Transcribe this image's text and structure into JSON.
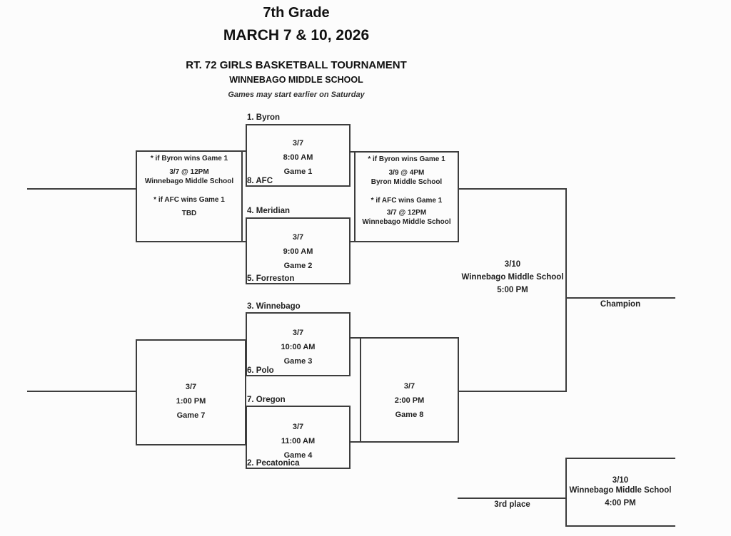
{
  "header": {
    "grade": "7th Grade",
    "dates": "MARCH 7 & 10, 2026",
    "title": "RT. 72 GIRLS BASKETBALL TOURNAMENT",
    "venue": "WINNEBAGO MIDDLE SCHOOL",
    "note": "Games may start earlier on Saturday"
  },
  "bracket": {
    "game1": {
      "seed_top": "1. Byron",
      "seed_bottom": "8. AFC",
      "date": "3/7",
      "time": "8:00 AM",
      "name": "Game 1"
    },
    "game2": {
      "seed_top": "4. Meridian",
      "seed_bottom": "5. Forreston",
      "date": "3/7",
      "time": "9:00 AM",
      "name": "Game 2"
    },
    "game3": {
      "seed_top": "3. Winnebago",
      "seed_bottom": "6. Polo",
      "date": "3/7",
      "time": "10:00 AM",
      "name": "Game 3"
    },
    "game4": {
      "seed_top": "7. Oregon",
      "seed_bottom": "2. Pecatonica",
      "date": "3/7",
      "time": "11:00 AM",
      "name": "Game 4"
    },
    "game7": {
      "date": "3/7",
      "time": "1:00 PM",
      "name": "Game 7"
    },
    "game8": {
      "date": "3/7",
      "time": "2:00 PM",
      "name": "Game 8"
    },
    "consolation_note": {
      "cond1": "* if Byron wins Game 1",
      "detail1_line1": "3/7 @ 12PM",
      "detail1_line2": "Winnebago Middle School",
      "cond2": "* if AFC wins Game 1",
      "detail2_line1": "TBD"
    },
    "semifinal_note": {
      "cond1": "* if Byron wins Game 1",
      "detail1_line1": "3/9 @ 4PM",
      "detail1_line2": "Byron Middle School",
      "cond2": "* if AFC wins Game 1",
      "detail2_line1": "3/7 @ 12PM",
      "detail2_line2": "Winnebago Middle School"
    },
    "final": {
      "date": "3/10",
      "venue": "Winnebago Middle School",
      "time": "5:00 PM"
    },
    "champion_label": "Champion",
    "third_place": {
      "label": "3rd place",
      "date": "3/10",
      "venue": "Winnebago Middle School",
      "time": "4:00 PM"
    }
  },
  "colors": {
    "line": "#3d3d3d",
    "text": "#222222",
    "background": "#fcfcfc"
  }
}
